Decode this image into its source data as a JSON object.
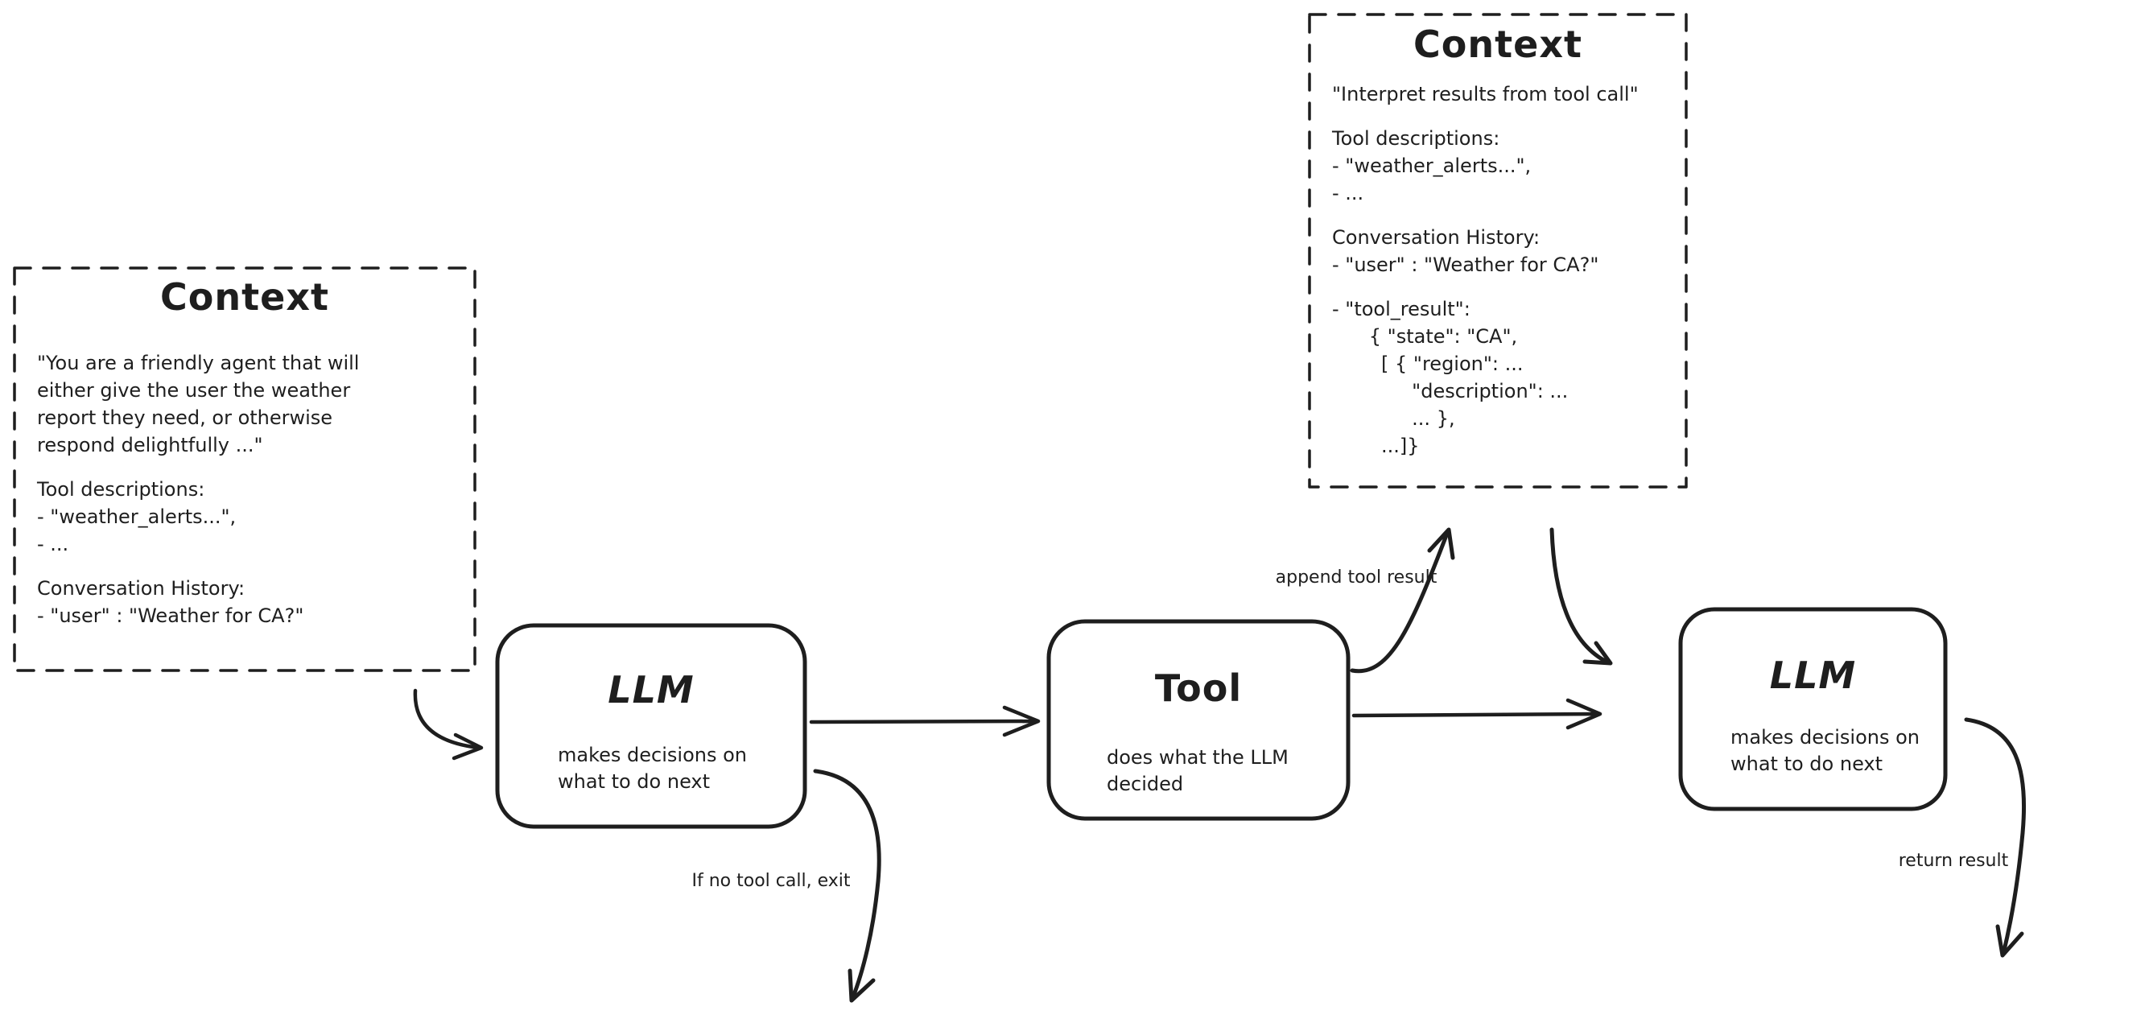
{
  "colors": {
    "ink": "#1e1e1e",
    "background": "#ffffff"
  },
  "context_left": {
    "title": "Context",
    "paragraphs": [
      "\"You are a friendly agent that will\neither give the user the weather\nreport they need, or otherwise\nrespond delightfully ...\"",
      "Tool descriptions:\n- \"weather_alerts...\",\n- ...",
      "Conversation History:\n- \"user\" : \"Weather for CA?\""
    ]
  },
  "context_top": {
    "title": "Context",
    "paragraphs": [
      "\"Interpret results from tool call\"",
      "Tool descriptions:\n- \"weather_alerts...\",\n- ...",
      "Conversation History:\n- \"user\" : \"Weather for CA?\"",
      "- \"tool_result\":\n      { \"state\": \"CA\",\n        [ { \"region\": ...\n             \"description\": ...\n             ... },\n        ...]}"
    ]
  },
  "nodes": {
    "llm1": {
      "title": "LLM",
      "subtitle": "makes decisions on\nwhat to do next"
    },
    "tool": {
      "title": "Tool",
      "subtitle": "does what the LLM\ndecided"
    },
    "llm2": {
      "title": "LLM",
      "subtitle": "makes decisions on\nwhat to do next"
    }
  },
  "edge_labels": {
    "append_tool_result": "append tool result",
    "if_no_tool_call_exit": "If no tool call, exit",
    "return_result": "return result"
  }
}
